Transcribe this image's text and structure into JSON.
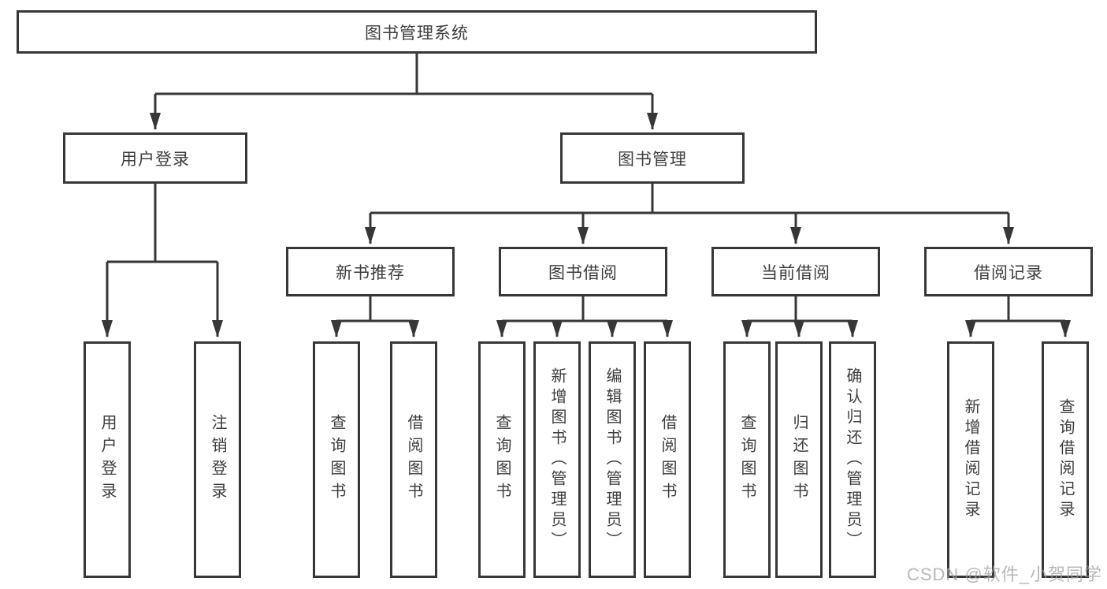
{
  "nodes": {
    "root": "图书管理系统",
    "user_login": "用户登录",
    "book_management": "图书管理",
    "new_book_recommend": "新书推荐",
    "book_borrow": "图书借阅",
    "current_borrow": "当前借阅",
    "borrow_records": "借阅记录",
    "leaf_user_login": "用户登录",
    "leaf_logout": "注销登录",
    "leaf_nb_query_books": "查询图书",
    "leaf_nb_borrow_books": "借阅图书",
    "leaf_bb_query_books": "查询图书",
    "leaf_bb_add_books": "新增图书（管理员）",
    "leaf_bb_edit_books": "编辑图书（管理员）",
    "leaf_bb_borrow_books": "借阅图书",
    "leaf_cb_query_books": "查询图书",
    "leaf_cb_return_books": "归还图书",
    "leaf_cb_confirm_return": "确认归还（管理员）",
    "leaf_br_add_record": "新增借阅记录",
    "leaf_br_query_record": "查询借阅记录"
  },
  "watermark": "CSDN @软件_小贺同学",
  "colors": {
    "line": "#373737",
    "text": "#3d3d3d",
    "watermark_gray": "#a0a0a0",
    "background": "#ffffff"
  }
}
